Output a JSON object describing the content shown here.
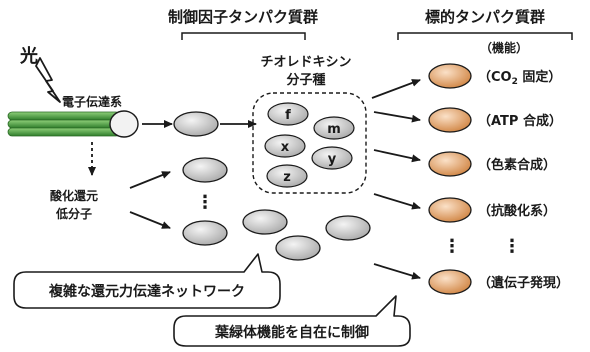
{
  "headers": {
    "regulators": "制御因子タンパク質群",
    "targets": "標的タンパク質群"
  },
  "light_label": "光",
  "etc_label": "電子伝達系",
  "thioredoxin": {
    "line1": "チオレドキシン",
    "line2": "分子種",
    "species": [
      "f",
      "m",
      "x",
      "y",
      "z"
    ]
  },
  "reductant": {
    "line1": "酸化還元",
    "line2": "低分子"
  },
  "ellipsis": "⋮",
  "function_header": "（機能）",
  "functions": {
    "co2_open": "（CO",
    "co2_sub": "2",
    "co2_close": " 固定）",
    "atp": "（ATP 合成）",
    "pigment": "（色素合成）",
    "antioxidant": "（抗酸化系）",
    "gene": "（遺伝子発現）"
  },
  "callouts": {
    "network": "複雑な還元力伝達ネットワーク",
    "control": "葉緑体機能を自在に制御"
  },
  "colors": {
    "ellipse_gray": "#d4d4d4",
    "ellipse_orange": "#e8a673",
    "thylakoid_green": "#3a9a35"
  }
}
